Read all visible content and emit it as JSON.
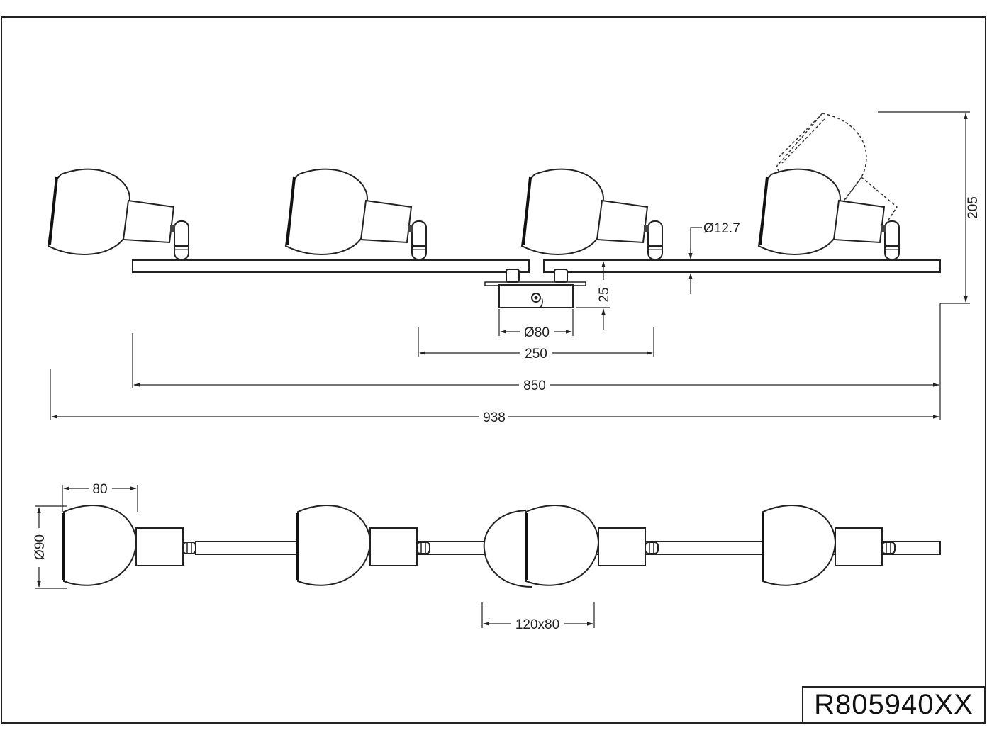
{
  "drawing": {
    "part_number": "R805940XX",
    "dimensions": {
      "total_length": "938",
      "bar_length": "850",
      "mount_width": "250",
      "base_diameter": "Ø80",
      "base_height": "25",
      "bar_diameter": "Ø12.7",
      "overall_height": "205",
      "spot_depth": "80",
      "spot_diameter": "Ø90",
      "mount_plate": "120x80"
    }
  }
}
